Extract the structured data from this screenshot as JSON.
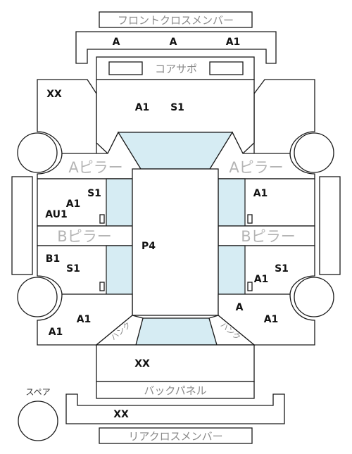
{
  "parts": {
    "front_cross_member": "フロントクロスメンバー",
    "core_support": "コアサポ",
    "a_pillar": "Aピラー",
    "b_pillar": "Bピラー",
    "back_panel": "バックパネル",
    "rear_cross_member": "リアクロスメンバー",
    "spare": "スペア",
    "tunnel_left": "ハンク",
    "tunnel_right": "ハンク"
  },
  "grades": {
    "front_member_left": "A",
    "front_member_center": "A",
    "front_member_right": "A1",
    "front_left": "XX",
    "hood_a": "A1",
    "hood_s": "S1",
    "left_front_door_s": "S1",
    "left_front_door_a": "A1",
    "left_front_door_au": "AU1",
    "left_rear_door_b": "B1",
    "left_rear_door_s": "S1",
    "right_front_door_a": "A1",
    "right_rear_door_s": "S1",
    "right_rear_door_a": "A1",
    "roof": "P4",
    "left_quarter_upper": "A1",
    "left_quarter_lower": "A1",
    "right_quarter_upper": "A",
    "right_quarter_lower": "A1",
    "trunk": "XX",
    "rear_member": "XX"
  }
}
